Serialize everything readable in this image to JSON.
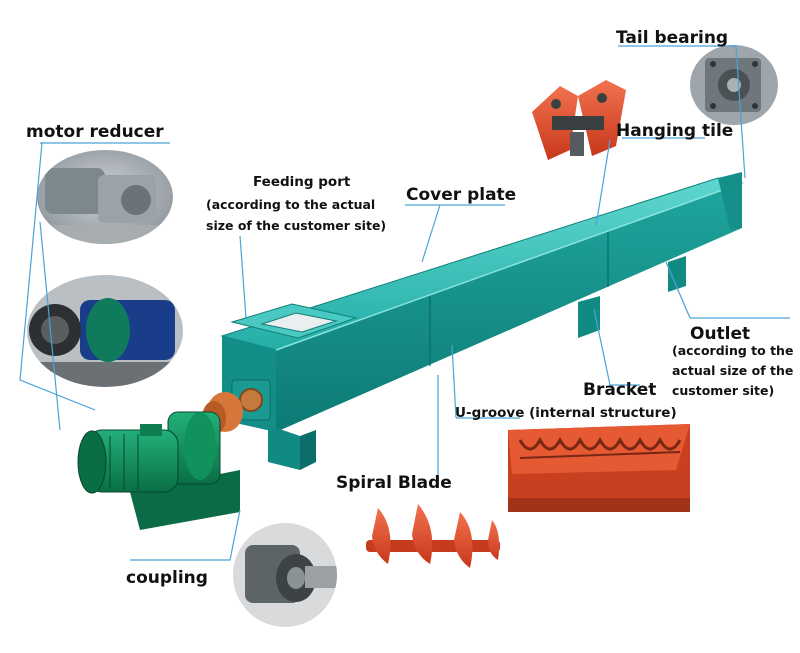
{
  "labels": {
    "tail_bearing": "Tail bearing",
    "hanging_tile": "Hanging tile",
    "motor_reducer": "motor reducer",
    "feeding_port": "Feeding port",
    "feeding_port_note_1": "(according to the actual",
    "feeding_port_note_2": "size of the customer site)",
    "cover_plate": "Cover plate",
    "outlet": "Outlet",
    "outlet_note_1": "(according to the",
    "outlet_note_2": "actual size of the",
    "outlet_note_3": "customer site)",
    "bracket": "Bracket",
    "u_groove": "U-groove (internal structure)",
    "spiral_blade": "Spiral Blade",
    "coupling": "coupling"
  },
  "colors": {
    "trough": "#1aa7a0",
    "trough_dark": "#0f7f79",
    "trough_light": "#3cc7bf",
    "leader_line": "#4aa3d8",
    "red_part": "#e8452c",
    "motor_green": "#0e8e5a"
  }
}
